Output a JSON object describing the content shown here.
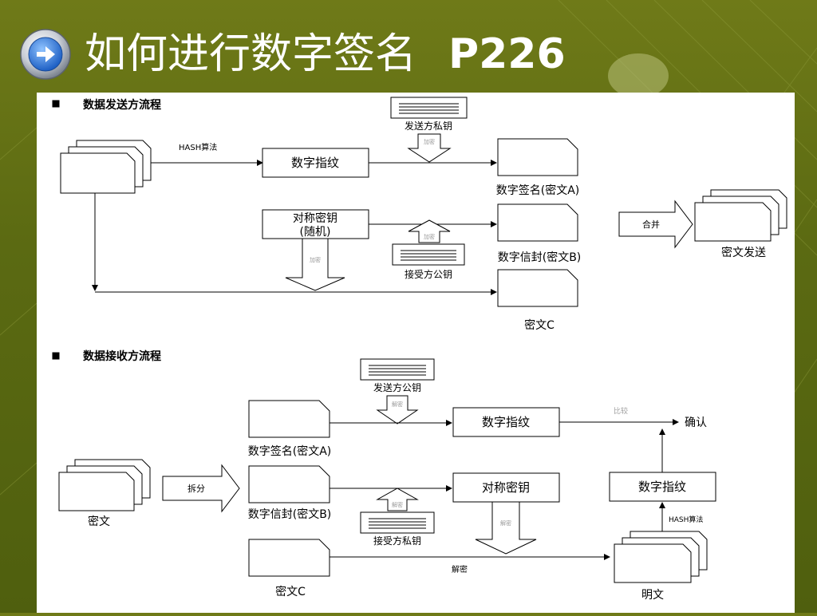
{
  "slide": {
    "title": "如何进行数字签名",
    "code": "P226"
  },
  "send": {
    "heading": "数据发送方流程",
    "hash_label": "HASH算法",
    "digest": "数字指纹",
    "sender_private_key": "发送方私钥",
    "encrypt_label": "加密",
    "signature": "数字签名(密文A)",
    "sym_key_line1": "对称密钥",
    "sym_key_line2": "(随机)",
    "envelope": "数字信封(密文B)",
    "receiver_public_key": "接受方公钥",
    "cipher_c": "密文C",
    "merge": "合并",
    "cipher_send": "密文发送"
  },
  "receive": {
    "heading": "数据接收方流程",
    "sender_public_key": "发送方公钥",
    "decrypt_label": "解密",
    "signature": "数字签名(密文A)",
    "digest_top": "数字指纹",
    "compare": "比较",
    "confirm": "确认",
    "cipher": "密文",
    "split": "拆分",
    "envelope": "数字信封(密文B)",
    "sym_key": "对称密钥",
    "receiver_private_key": "接受方私钥",
    "digest_right": "数字指纹",
    "hash_label": "HASH算法",
    "cipher_c": "密文C",
    "decrypt_bottom": "解密",
    "plaintext": "明文"
  }
}
